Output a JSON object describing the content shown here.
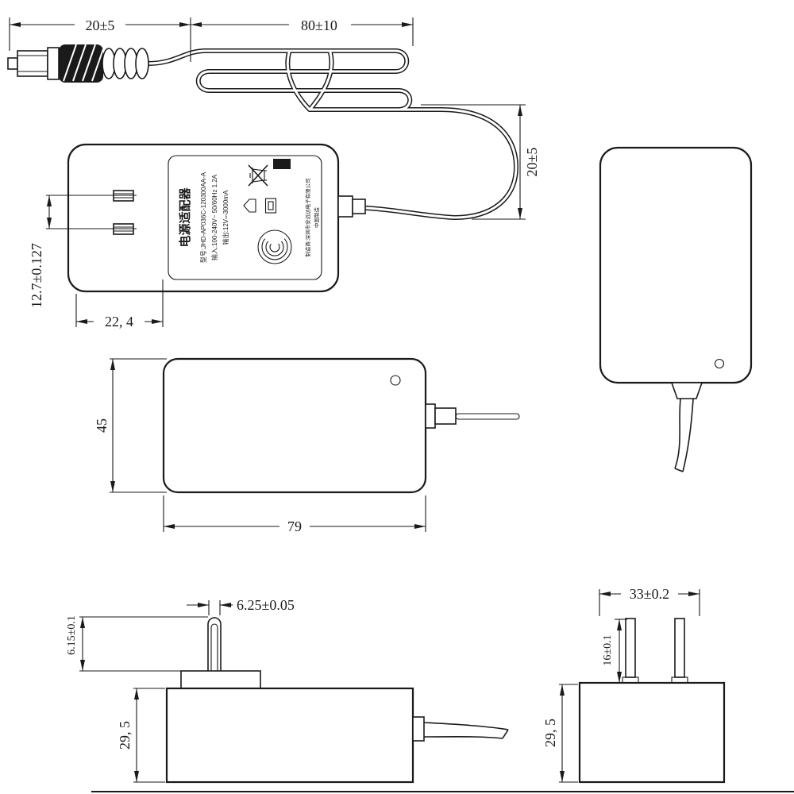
{
  "drawing": {
    "background": "#ffffff",
    "line_color": "#1a1a1a",
    "subject": "wall-plug power adapter dimension drawing"
  },
  "dims": {
    "plug_length": "20±5",
    "cable_bundle_length": "80±10",
    "cable_drop": "20±5",
    "blade_pitch": "12.7±0.127",
    "blade_offset": "22, 4",
    "body_width": "45",
    "body_length": "79",
    "blade_thickness": "6.15±0.1",
    "blade_width": "6.25±0.05",
    "body_height_left": "29, 5",
    "blade_span": "33±0.2",
    "blade_length": "16±0.1",
    "body_height_right": "29, 5"
  },
  "label": {
    "product_name": "电源适配器",
    "model_line": "型号:JHD-AP036C-120300AA-A",
    "input_line": "输入:100-240V~ 50/60Hz 1.2A",
    "output_line": "输出:12V⎓3000mA",
    "maker_line": "制造商:深圳市安远达电子有限公司",
    "origin_line": "中国制造"
  },
  "icons": {
    "weee": "crossed-out-wheelie-bin",
    "class_ii": "double-square",
    "indoor_use": "house",
    "ccc": "china-compulsory-certification-mark"
  }
}
